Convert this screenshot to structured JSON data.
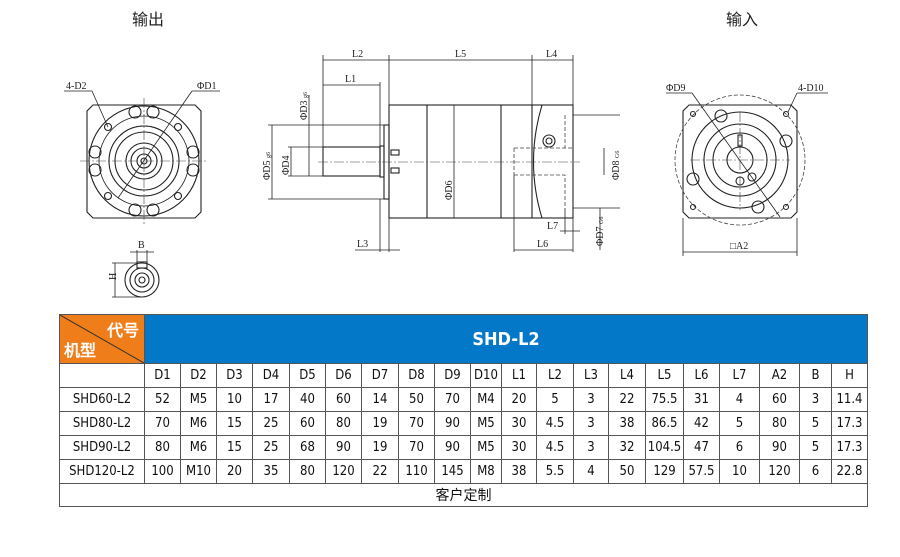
{
  "titles": {
    "output": "输出",
    "input": "输入"
  },
  "drawing_labels": {
    "output_view": {
      "d2": "4-D2",
      "d1": "ΦD1",
      "b": "B",
      "h": "H"
    },
    "side_view": {
      "l1": "L1",
      "l2": "L2",
      "l3": "L3",
      "l4": "L4",
      "l5": "L5",
      "l6": "L6",
      "l7": "L7",
      "d3": "ΦD3",
      "d3_tol": "g6",
      "d4": "ΦD4",
      "d5": "ΦD5",
      "d5_tol": "g6",
      "d6": "ΦD6",
      "d7": "ΦD7",
      "d7_tol": "G6",
      "d8": "ΦD8",
      "d8_tol": "G6"
    },
    "input_view": {
      "d9": "ΦD9",
      "d10": "4-D10",
      "a2": "□A2"
    }
  },
  "table": {
    "corner_top": "代号",
    "corner_bottom": "机型",
    "series": "SHD-L2",
    "colors": {
      "corner": "#ef7d1a",
      "header": "#0478c8"
    },
    "columns": [
      "D1",
      "D2",
      "D3",
      "D4",
      "D5",
      "D6",
      "D7",
      "D8",
      "D9",
      "D10",
      "L1",
      "L2",
      "L3",
      "L4",
      "L5",
      "L6",
      "L7",
      "A2",
      "B",
      "H"
    ],
    "rows": [
      {
        "model": "SHD60-L2",
        "values": [
          "52",
          "M5",
          "10",
          "17",
          "40",
          "60",
          "14",
          "50",
          "70",
          "M4",
          "20",
          "5",
          "3",
          "22",
          "75.5",
          "31",
          "4",
          "60",
          "3",
          "11.4"
        ]
      },
      {
        "model": "SHD80-L2",
        "values": [
          "70",
          "M6",
          "15",
          "25",
          "60",
          "80",
          "19",
          "70",
          "90",
          "M5",
          "30",
          "4.5",
          "3",
          "38",
          "86.5",
          "42",
          "5",
          "80",
          "5",
          "17.3"
        ]
      },
      {
        "model": "SHD90-L2",
        "values": [
          "80",
          "M6",
          "15",
          "25",
          "68",
          "90",
          "19",
          "70",
          "90",
          "M5",
          "30",
          "4.5",
          "3",
          "32",
          "104.5",
          "47",
          "6",
          "90",
          "5",
          "17.3"
        ]
      },
      {
        "model": "SHD120-L2",
        "values": [
          "100",
          "M10",
          "20",
          "35",
          "80",
          "120",
          "22",
          "110",
          "145",
          "M8",
          "38",
          "5.5",
          "4",
          "50",
          "129",
          "57.5",
          "10",
          "120",
          "6",
          "22.8"
        ]
      }
    ],
    "footer": "客户定制"
  }
}
